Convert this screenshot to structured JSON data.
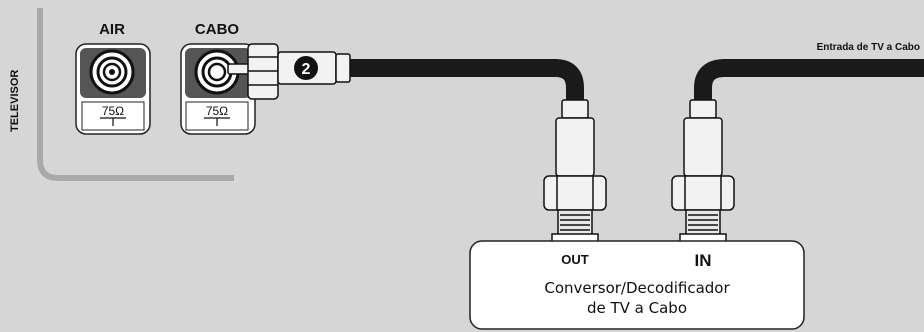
{
  "tv": {
    "side_label": "TELEVISOR",
    "jacks": [
      {
        "label": "AIR",
        "impedance": "75Ω"
      },
      {
        "label": "CABO",
        "impedance": "75Ω"
      }
    ]
  },
  "step_marker": "2",
  "cable_label": "Entrada de TV a Cabo",
  "converter": {
    "ports": {
      "out": "OUT",
      "in": "IN"
    },
    "title_line1": "Conversor/Decodificador",
    "title_line2": "de TV a Cabo"
  },
  "colors": {
    "background": "#d6d6d6",
    "cable": "#1a1a1a",
    "connector": "#f2f2f2",
    "box": "#ffffff"
  }
}
